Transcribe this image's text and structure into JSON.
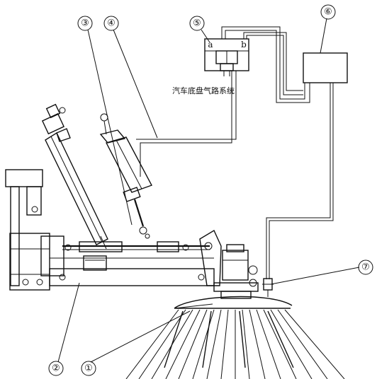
{
  "callouts": [
    {
      "id": "1",
      "label": "①"
    },
    {
      "id": "2",
      "label": "②"
    },
    {
      "id": "3",
      "label": "③"
    },
    {
      "id": "4",
      "label": "④"
    },
    {
      "id": "5",
      "label": "⑤"
    },
    {
      "id": "6",
      "label": "⑥"
    },
    {
      "id": "7",
      "label": "⑦"
    }
  ],
  "valve": {
    "port_a": "a",
    "port_b": "b"
  },
  "air_system_label": "汽车底盘气路系统"
}
